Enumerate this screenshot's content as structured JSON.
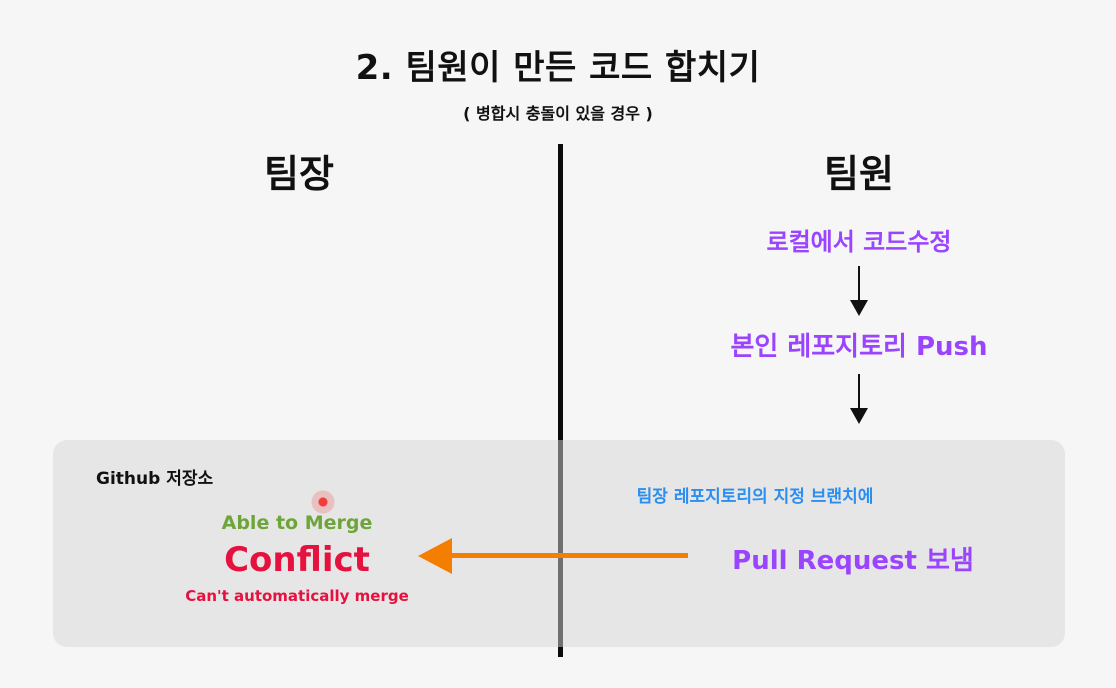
{
  "header": {
    "title": "2. 팀원이 만든 코드 합치기",
    "subtitle": "( 병합시 충돌이 있을 경우 )"
  },
  "columns": {
    "left_heading": "팀장",
    "right_heading": "팀원"
  },
  "repository": {
    "label": "Github 저장소"
  },
  "member_flow": {
    "step1": "로컬에서 코드수정",
    "step2": "본인 레포지토리 Push",
    "target_branch": "팀장 레포지토리의 지정 브랜치에",
    "pull_request": "Pull Request 보냄"
  },
  "leader_result": {
    "able_to_merge": "Able to Merge",
    "conflict": "Conflict",
    "cant_merge": "Can't automatically merge"
  },
  "colors": {
    "purple": "#9a44ff",
    "blue": "#2b8ef0",
    "green": "#6ea53a",
    "red": "#e5113f",
    "orange": "#f47e00",
    "box": "#e6e6e6"
  },
  "icons": {
    "down_arrow": "down-arrow-icon",
    "left_arrow": "left-arrow-icon",
    "cursor": "cursor-dot-icon"
  }
}
